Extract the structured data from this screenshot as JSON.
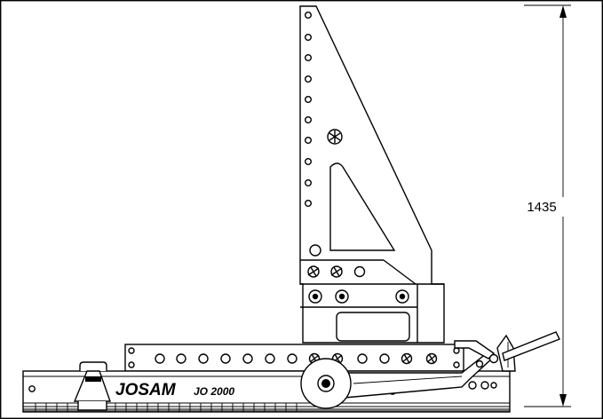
{
  "dimension": {
    "height_value": "1435"
  },
  "branding": {
    "brand_name": "JOSAM",
    "model_name": "JO 2000",
    "small_print": "",
    "small_label": ""
  },
  "colors": {
    "line": "#000000",
    "background": "#ffffff"
  }
}
